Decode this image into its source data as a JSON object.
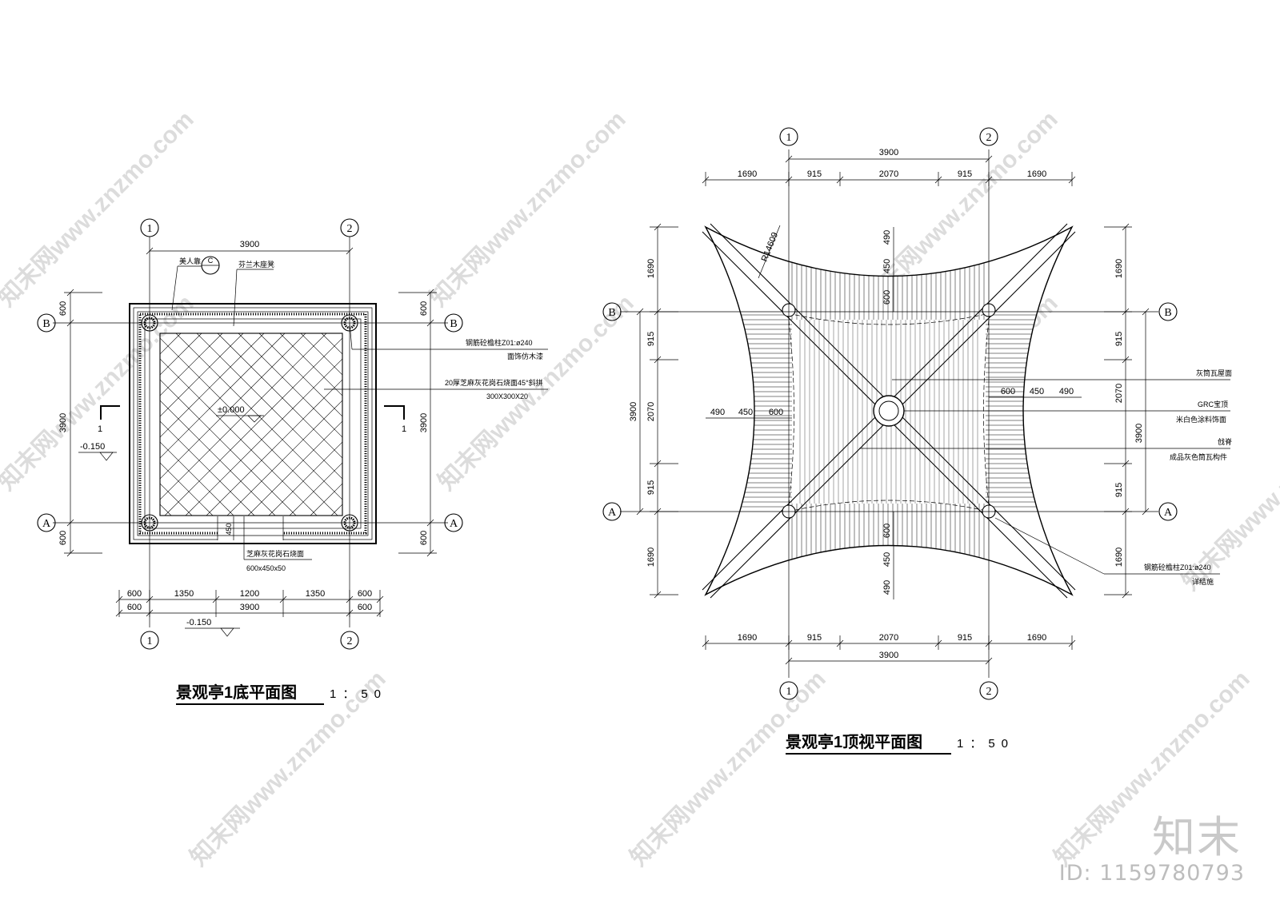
{
  "plan1": {
    "title": "景观亭1底平面图",
    "scale": "1：50",
    "axes": {
      "col1": "1",
      "col2": "2",
      "rowA": "A",
      "rowB": "B"
    },
    "dims": {
      "overall": "3900",
      "edge": "600",
      "bottom_segments": [
        "600",
        "1350",
        "1200",
        "1350",
        "600"
      ],
      "bottom_overall": [
        "600",
        "3900",
        "600"
      ]
    },
    "section_mark": "1",
    "elevation_main": "±0.000",
    "elevation_low": "-0.150",
    "callout_symbol": "C",
    "notes": {
      "meirenkao": "美人靠",
      "bench": "芬兰木座凳",
      "column": "钢筋砼檐柱Z01:ø240",
      "column_finish": "面饰仿木漆",
      "paving": "20厚芝麻灰花岗石烧面45°斜拼",
      "paving_size": "300X300X20",
      "step": "芝麻灰花岗石烧面",
      "step_size": "600x450x50",
      "step_dim": "450"
    }
  },
  "plan2": {
    "title": "景观亭1顶视平面图",
    "scale": "1：50",
    "axes": {
      "col1": "1",
      "col2": "2",
      "rowA": "A",
      "rowB": "B"
    },
    "dims": {
      "overall": "3900",
      "segments": [
        "1690",
        "915",
        "2070",
        "915",
        "1690"
      ],
      "center_chain": [
        "490",
        "450",
        "600"
      ],
      "radius": "R14609"
    },
    "notes": {
      "roof": "灰筒瓦屋面",
      "grc": "GRC宝顶",
      "grc_finish": "米白色涂料饰面",
      "ridge": "戗脊",
      "ridge_finish": "成品灰色筒瓦构件",
      "column": "钢筋砼檐柱Z01:ø240",
      "column_note": "详结施"
    }
  },
  "watermark": {
    "text": "知末网www.znzmo.com",
    "brand": "知末",
    "id": "ID: 1159780793"
  }
}
